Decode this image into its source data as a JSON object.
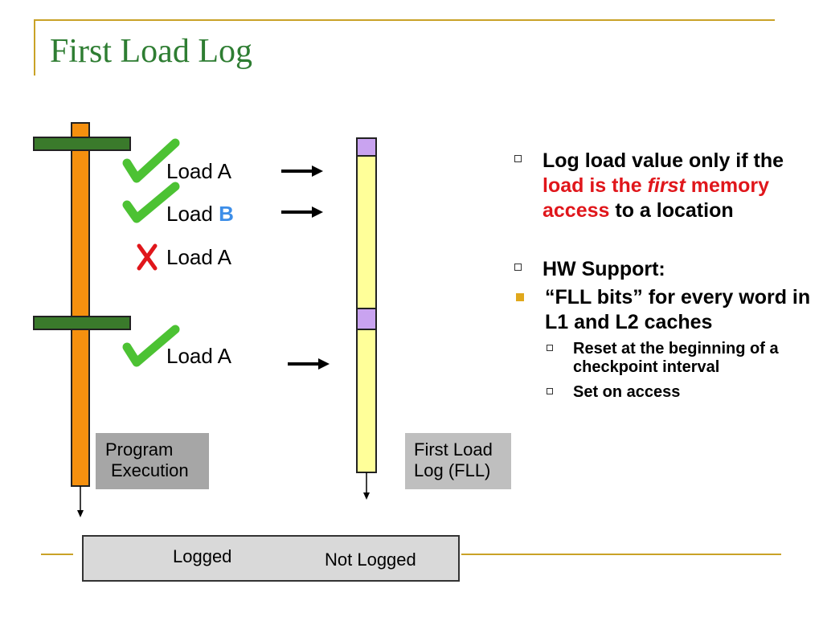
{
  "slide": {
    "title": "First Load Log"
  },
  "diagram": {
    "loads": [
      {
        "prefix": "Load ",
        "target": "A",
        "status": "logged"
      },
      {
        "prefix": "Load ",
        "target": "B",
        "status": "logged"
      },
      {
        "prefix": "Load ",
        "target": "A",
        "status": "not-logged"
      },
      {
        "prefix": "Load ",
        "target": "A",
        "status": "logged"
      }
    ],
    "program_label_line1": "Program",
    "program_label_line2": "Execution",
    "fll_label_line1": "First Load",
    "fll_label_line2": "Log (FLL)"
  },
  "bullets": {
    "b1_part1": "Log load value only if the ",
    "b1_red1": "load is the ",
    "b1_red_italic": "first",
    "b1_red2": " memory access",
    "b1_part2": " to a location",
    "b2": "HW Support:",
    "b2_sub": "“FLL bits” for every word in L1 and L2 caches",
    "b2_sub_items": [
      "Reset at the beginning of a checkpoint interval",
      "Set on access"
    ]
  },
  "legend": {
    "logged_label": "Logged",
    "not_logged_label": "Not Logged"
  },
  "colors": {
    "accent_gold": "#c9a227",
    "title_green": "#2e7d32",
    "orange_bar": "#f5900f",
    "dark_green": "#3a7a2b",
    "fll_yellow": "#ffff99",
    "fll_purple": "#c9a3f0",
    "check_green": "#4cc233",
    "cross_red": "#e0161b"
  }
}
